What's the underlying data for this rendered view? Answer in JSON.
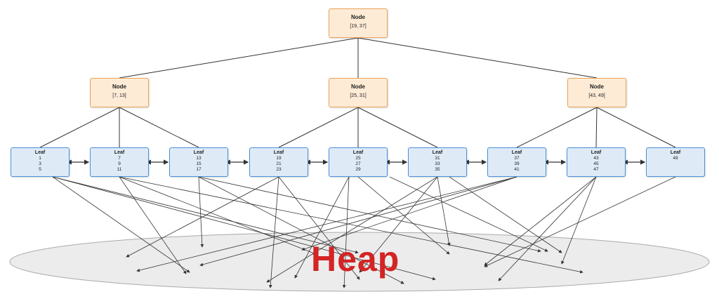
{
  "root": {
    "title": "Node",
    "range": "[19, 37]"
  },
  "internal": [
    {
      "title": "Node",
      "range": "[7, 13]"
    },
    {
      "title": "Node",
      "range": "[25, 31]"
    },
    {
      "title": "Node",
      "range": "[43, 49]"
    }
  ],
  "leaves": [
    {
      "title": "Leaf",
      "keys": [
        "1",
        "3",
        "5"
      ]
    },
    {
      "title": "Leaf",
      "keys": [
        "7",
        "9",
        "11"
      ]
    },
    {
      "title": "Leaf",
      "keys": [
        "13",
        "15",
        "17"
      ]
    },
    {
      "title": "Leaf",
      "keys": [
        "19",
        "21",
        "23"
      ]
    },
    {
      "title": "Leaf",
      "keys": [
        "25",
        "27",
        "29"
      ]
    },
    {
      "title": "Leaf",
      "keys": [
        "31",
        "33",
        "35"
      ]
    },
    {
      "title": "Leaf",
      "keys": [
        "37",
        "39",
        "41"
      ]
    },
    {
      "title": "Leaf",
      "keys": [
        "43",
        "45",
        "47"
      ]
    },
    {
      "title": "Leaf",
      "keys": [
        "49"
      ]
    }
  ],
  "heap": {
    "label": "Heap"
  },
  "colors": {
    "node_fill": "#fdebd6",
    "node_border": "#e8a45b",
    "leaf_fill": "#deebf7",
    "leaf_border": "#4a90d9",
    "heap_text": "#d42424",
    "heap_fill": "#ececec"
  }
}
